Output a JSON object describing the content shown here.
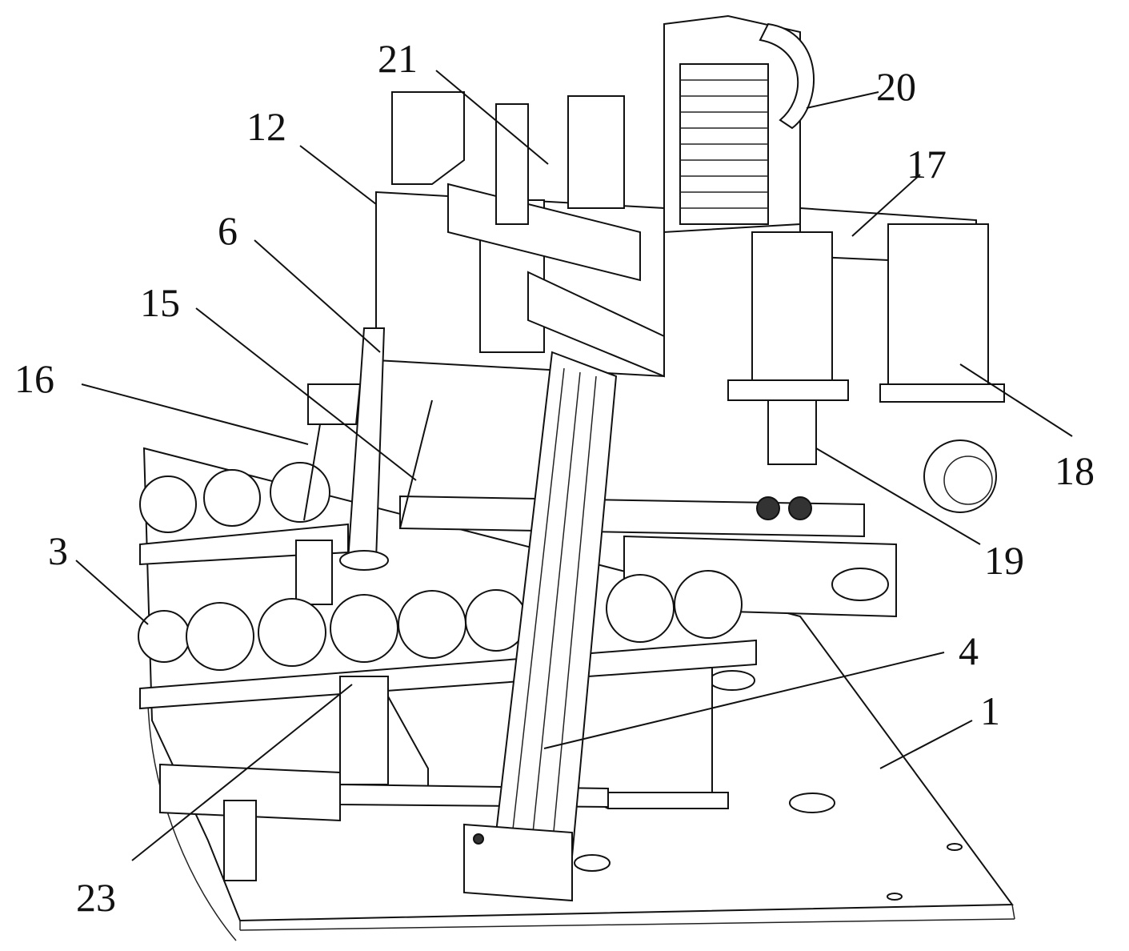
{
  "figure": {
    "labels": {
      "l1": "1",
      "l3": "3",
      "l4": "4",
      "l6": "6",
      "l12": "12",
      "l15": "15",
      "l16": "16",
      "l17": "17",
      "l18": "18",
      "l19": "19",
      "l20": "20",
      "l21": "21",
      "l23": "23"
    }
  }
}
